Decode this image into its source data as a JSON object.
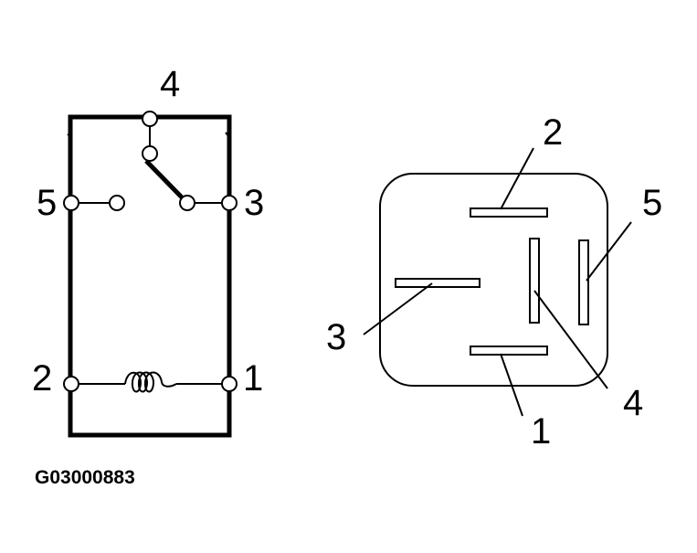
{
  "schematic": {
    "terminal_labels": {
      "t1": "1",
      "t2": "2",
      "t3": "3",
      "t4": "4",
      "t5": "5"
    }
  },
  "connector": {
    "pin_labels": {
      "p1": "1",
      "p2": "2",
      "p3": "3",
      "p4": "4",
      "p5": "5"
    }
  },
  "figure_code": "G03000883"
}
